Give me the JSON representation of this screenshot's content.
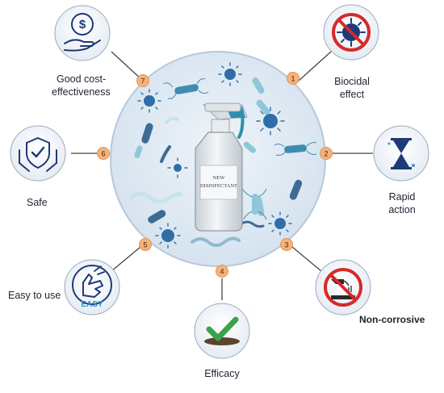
{
  "center": {
    "bottle_label_line1": "NEW",
    "bottle_label_line2": "DISINFECTANT"
  },
  "properties": [
    {
      "num": "1",
      "label_line1": "Biocidal",
      "label_line2": "effect",
      "icon": "no-virus-icon"
    },
    {
      "num": "2",
      "label_line1": "Rapid",
      "label_line2": "action",
      "icon": "hourglass-icon"
    },
    {
      "num": "3",
      "label_line1": "Non-corrosive",
      "label_line2": "",
      "icon": "no-corrosion-icon"
    },
    {
      "num": "4",
      "label_line1": "Efficacy",
      "label_line2": "",
      "icon": "checkmark-icon"
    },
    {
      "num": "5",
      "label_line1": "Easy to use",
      "label_line2": "",
      "icon": "easy-hand-icon",
      "badge": "EASY"
    },
    {
      "num": "6",
      "label_line1": "Safe",
      "label_line2": "",
      "icon": "shield-hands-icon"
    },
    {
      "num": "7",
      "label_line1": "Good cost-",
      "label_line2": "effectiveness",
      "icon": "dollar-hand-icon"
    }
  ],
  "colors": {
    "circle_fill": "#dfe9f3",
    "circle_stroke": "#b7c7d8",
    "badge_fill": "#f4b27c",
    "badge_stroke": "#e8924d",
    "icon_navy": "#1e3a78",
    "prohibit_red": "#d62a2a",
    "check_green": "#3aa24a"
  }
}
